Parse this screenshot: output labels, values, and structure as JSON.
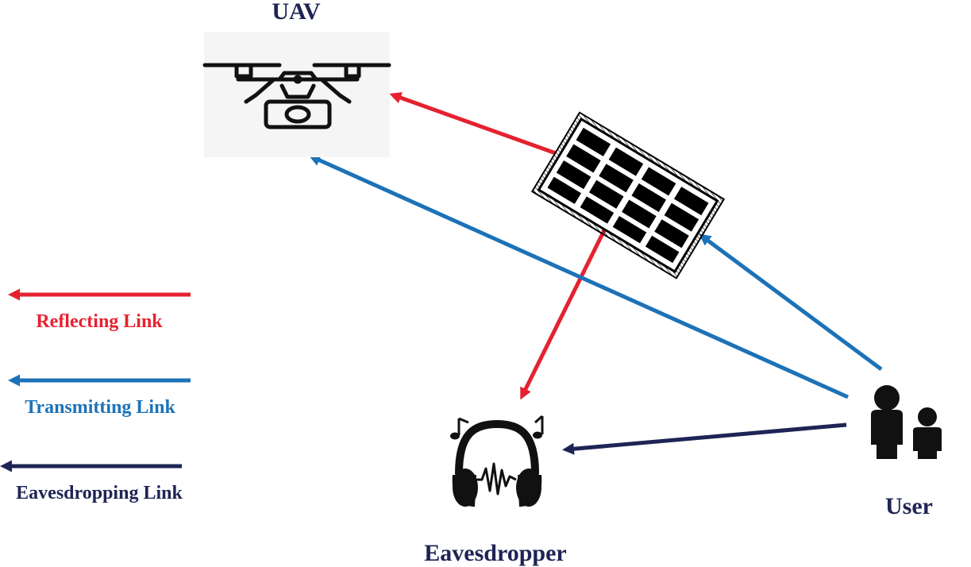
{
  "nodes": {
    "uav": {
      "label": "UAV"
    },
    "eavesdropper": {
      "label": "Eavesdropper"
    },
    "user": {
      "label": "User"
    }
  },
  "legend": {
    "reflecting": {
      "label": "Reflecting Link",
      "color": "#e52230"
    },
    "transmitting": {
      "label": "Transmitting Link",
      "color": "#1c72b8"
    },
    "eavesdropping": {
      "label": "Eavesdropping Link",
      "color": "#1e2455"
    }
  },
  "icons": {
    "uav": "drone-camera-icon",
    "ris": "reflecting-surface-panel-icon",
    "eavesdropper": "headphones-music-icon",
    "user": "users-icon"
  }
}
